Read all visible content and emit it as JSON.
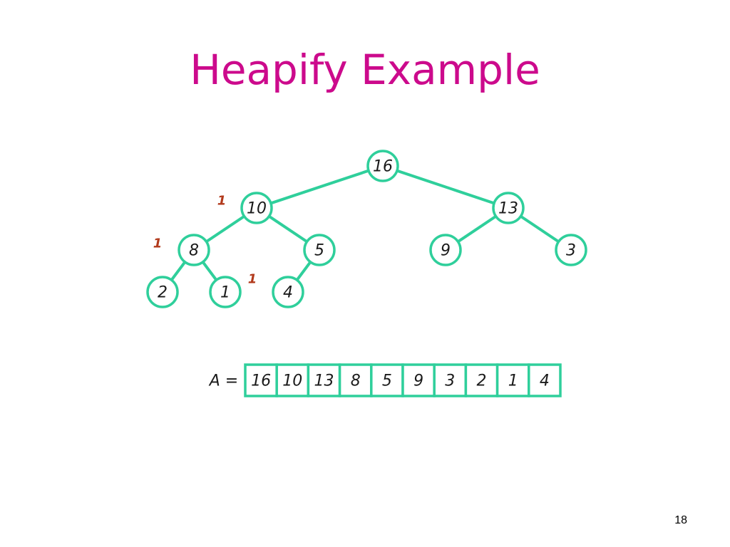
{
  "slide": {
    "title": "Heapify Example",
    "page_number": "18"
  },
  "colors": {
    "title": "#cc0a8c",
    "tree": "#2fcf9b",
    "annotation": "#b23a1c",
    "text": "#1a1a1a"
  },
  "tree": {
    "nodes": [
      {
        "id": "n1",
        "label": "16"
      },
      {
        "id": "n2",
        "label": "10"
      },
      {
        "id": "n3",
        "label": "13"
      },
      {
        "id": "n4",
        "label": "8"
      },
      {
        "id": "n5",
        "label": "5"
      },
      {
        "id": "n6",
        "label": "9"
      },
      {
        "id": "n7",
        "label": "3"
      },
      {
        "id": "n8",
        "label": "2"
      },
      {
        "id": "n9",
        "label": "1"
      },
      {
        "id": "n10",
        "label": "4"
      }
    ],
    "edges": [
      [
        "n1",
        "n2"
      ],
      [
        "n1",
        "n3"
      ],
      [
        "n2",
        "n4"
      ],
      [
        "n2",
        "n5"
      ],
      [
        "n3",
        "n6"
      ],
      [
        "n3",
        "n7"
      ],
      [
        "n4",
        "n8"
      ],
      [
        "n4",
        "n9"
      ],
      [
        "n5",
        "n10"
      ]
    ],
    "annotations": [
      {
        "near": "n2",
        "text": "1"
      },
      {
        "near": "n4",
        "text": "1"
      },
      {
        "near": "n5",
        "text": "1"
      }
    ]
  },
  "array": {
    "name": "A =",
    "values": [
      "16",
      "10",
      "13",
      "8",
      "5",
      "9",
      "3",
      "2",
      "1",
      "4"
    ]
  }
}
